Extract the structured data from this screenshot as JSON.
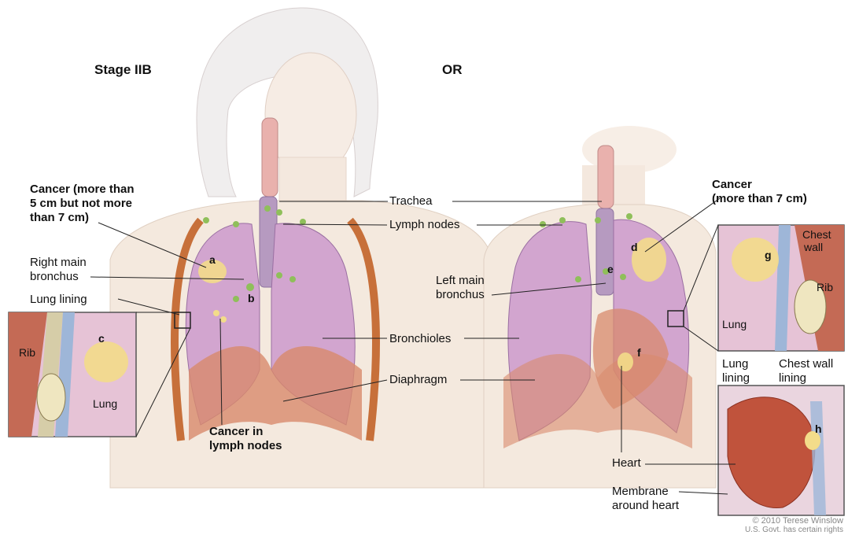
{
  "headings": {
    "left": "Stage IIB",
    "right": "OR"
  },
  "labels": {
    "cancer_5_7": [
      "Cancer (more than",
      "5 cm but not more",
      "than 7 cm)"
    ],
    "right_main_bronchus": [
      "Right main",
      "bronchus"
    ],
    "lung_lining_left": "Lung lining",
    "rib_left": "Rib",
    "lung_left_inset": "Lung",
    "cancer_lymph": [
      "Cancer in",
      "lymph nodes"
    ],
    "trachea": "Trachea",
    "lymph_nodes": "Lymph nodes",
    "bronchioles": "Bronchioles",
    "diaphragm": "Diaphragm",
    "left_main_bronchus": [
      "Left main",
      "bronchus"
    ],
    "cancer_7": [
      "Cancer",
      "(more than 7 cm)"
    ],
    "chest_wall_top": [
      "Chest",
      "wall"
    ],
    "rib_right": "Rib",
    "lung_right_inset": "Lung",
    "lung_lining_right": [
      "Lung",
      "lining"
    ],
    "chest_wall_lining": [
      "Chest wall",
      "lining"
    ],
    "heart": "Heart",
    "membrane": [
      "Membrane",
      "around heart"
    ]
  },
  "letters": [
    "a",
    "b",
    "c",
    "d",
    "e",
    "f",
    "g",
    "h"
  ],
  "copyright": [
    "© 2010 Terese Winslow",
    "U.S. Govt. has certain rights"
  ],
  "colors": {
    "lung": "#c9a0c9",
    "lung_dark": "#a878b0",
    "diaphragm": "#d4846a",
    "skin": "#f2e6da",
    "tumor": "#f3dc8a",
    "lymph": "#8fbf5a"
  }
}
